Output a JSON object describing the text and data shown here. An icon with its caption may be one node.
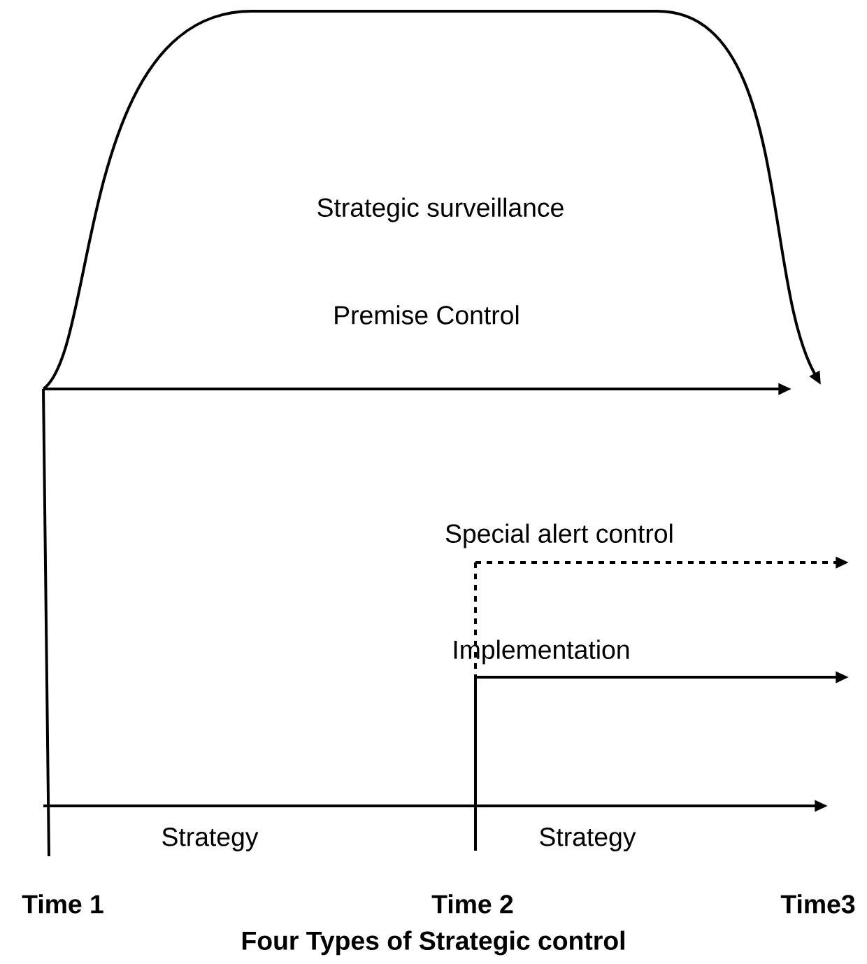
{
  "diagram": {
    "caption": "Four Types of Strategic control",
    "labels": [
      "Strategic surveillance",
      "Premise Control",
      "Special alert control",
      "Implementation",
      "Strategy",
      "Strategy",
      "Time 1",
      "Time 2",
      "Time3"
    ]
  }
}
